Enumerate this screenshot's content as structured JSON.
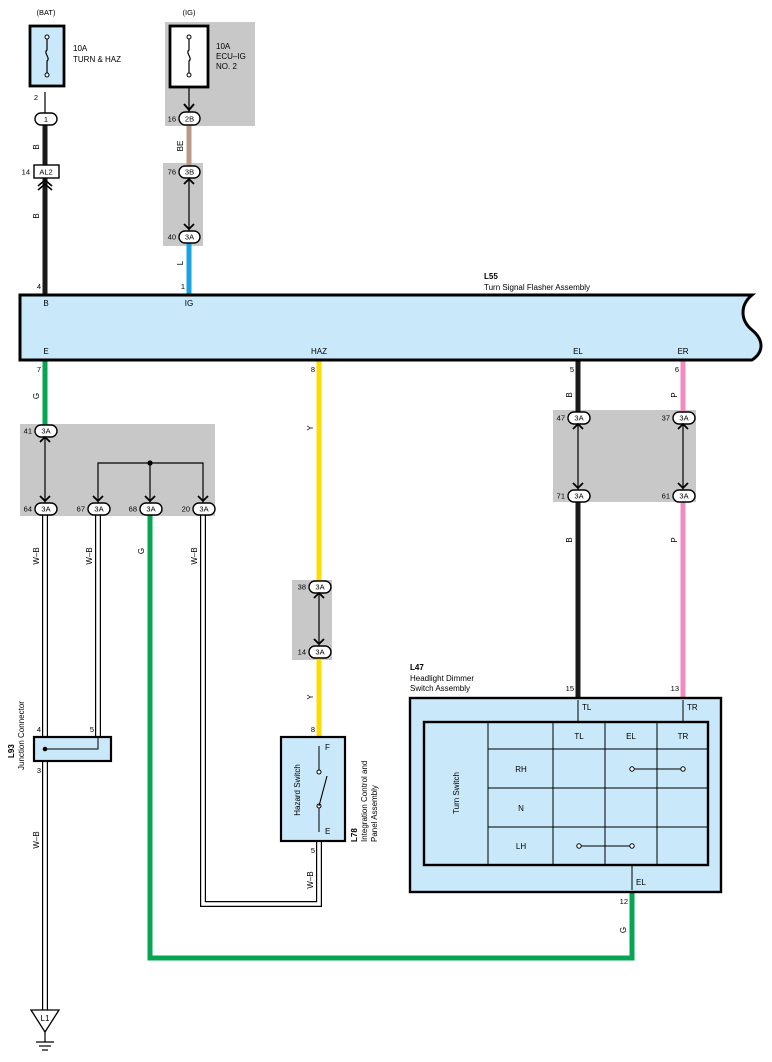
{
  "sources": {
    "bat": "(BAT)",
    "ig": "(IG)"
  },
  "fuses": {
    "turn_haz": {
      "amp": "10A",
      "name1": "TURN & HAZ",
      "pin": "2"
    },
    "ecu_ig": {
      "amp": "10A",
      "name1": "ECU–IG",
      "name2": "NO. 2",
      "pin": "16",
      "conn": "2B"
    }
  },
  "connectors": {
    "c1": "1",
    "al2": {
      "pin": "14",
      "code": "AL2"
    },
    "c3b": {
      "pin": "76",
      "code": "3B"
    },
    "c3a_40": {
      "pin": "40",
      "code": "3A"
    },
    "c3a_41": {
      "pin": "41",
      "code": "3A"
    },
    "c3a_64": {
      "pin": "64",
      "code": "3A"
    },
    "c3a_67": {
      "pin": "67",
      "code": "3A"
    },
    "c3a_68": {
      "pin": "68",
      "code": "3A"
    },
    "c3a_20": {
      "pin": "20",
      "code": "3A"
    },
    "c3a_38": {
      "pin": "38",
      "code": "3A"
    },
    "c3a_14": {
      "pin": "14",
      "code": "3A"
    },
    "c3a_47": {
      "pin": "47",
      "code": "3A"
    },
    "c3a_71": {
      "pin": "71",
      "code": "3A"
    },
    "c3a_37": {
      "pin": "37",
      "code": "3A"
    },
    "c3a_61": {
      "pin": "61",
      "code": "3A"
    }
  },
  "wires": {
    "bat_upper": "B",
    "bat_lower": "B",
    "ig_upper": "BE",
    "ig_lower": "L",
    "e": "G",
    "haz_upper": "Y",
    "haz_lower": "Y",
    "el_upper": "B",
    "el_lower": "B",
    "er_upper": "P",
    "er_lower": "P",
    "wb_64": "W–B",
    "wb_67": "W–B",
    "g_68": "G",
    "wb_20": "W–B",
    "wb_ground": "W–B",
    "wb_hazard": "W–B",
    "g_dimmer": "G"
  },
  "flasher": {
    "code": "L55",
    "name": "Turn Signal Flasher Assembly",
    "terminals": {
      "b_label": "B",
      "b_pin": "4",
      "ig_label": "IG",
      "ig_pin": "1",
      "e_label": "E",
      "e_pin": "7",
      "haz_label": "HAZ",
      "haz_pin": "8",
      "el_label": "EL",
      "el_pin": "5",
      "er_label": "ER",
      "er_pin": "6"
    }
  },
  "junction": {
    "code": "L93",
    "name": "Junction Connector",
    "pin_a": "4",
    "pin_b": "5",
    "pin_c": "3"
  },
  "hazard": {
    "code": "L78",
    "name1": "Integration Control and",
    "name2": "Panel Assembly",
    "switch_label": "Hazard Switch",
    "term_f": "F",
    "term_e": "E",
    "pin_top": "8",
    "pin_bottom": "5"
  },
  "dimmer": {
    "code": "L47",
    "name1": "Headlight Dimmer",
    "name2": "Switch Assembly",
    "tl_pin": "15",
    "tl_label": "TL",
    "tr_pin": "13",
    "tr_label": "TR",
    "el_pin": "12",
    "el_label": "EL",
    "switch_label": "Turn Switch",
    "table": {
      "cols": [
        "TL",
        "EL",
        "TR"
      ],
      "rows": [
        "RH",
        "N",
        "LH"
      ]
    }
  },
  "ground": "L1"
}
